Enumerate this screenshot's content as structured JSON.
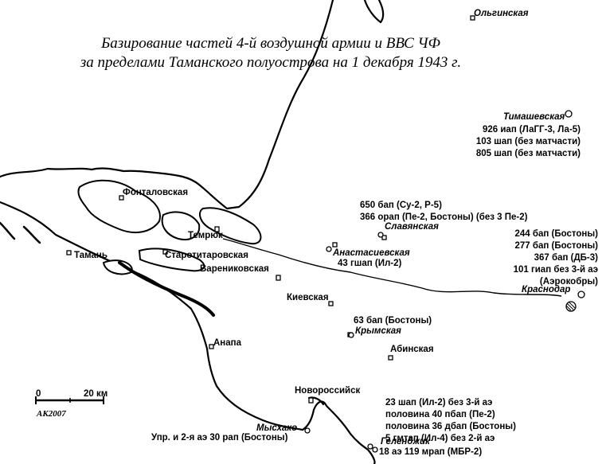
{
  "title": {
    "line1": "Базирование частей 4-й воздушной армии и ВВС ЧФ",
    "line2": "за пределами Таманского полуострова на 1 декабря 1943 г."
  },
  "places": {
    "olginskaya": "Ольгинская",
    "timashevskaya": "Тимашевская",
    "fontalovskaya": "Фонталовская",
    "temryuk": "Темрюк",
    "taman": "Тамань",
    "starotitarovskaya": "Старотитаровская",
    "varenikovskaya": "Варениковская",
    "slavyanskaya": "Славянская",
    "anastasievskaya": "Анастасиевская",
    "kievskaya": "Киевская",
    "krymskaya": "Крымская",
    "abinskaya": "Абинская",
    "anapa": "Анапа",
    "novorossiysk": "Новороссийск",
    "myskhako": "Мысхако",
    "gelendzhik": "Геленджик",
    "krasnodar": "Краснодар"
  },
  "units": {
    "timashevskaya": [
      "926 иап (ЛаГГ-3, Ла-5)",
      "103 шап (без матчасти)",
      "805 шап (без матчасти)"
    ],
    "slavyanskaya": [
      "650 бап (Су-2, Р-5)",
      "366 орап (Пе-2, Бостоны) (без 3 Пе-2)"
    ],
    "anastasievskaya": [
      "43 гшап (Ил-2)"
    ],
    "krasnodar": [
      "244 бап (Бостоны)",
      "277 бап (Бостоны)",
      "367 бап (ДБ-3)",
      "101 гиап без 3-й аэ",
      "(Аэрокобры)"
    ],
    "krymskaya": [
      "63 бап (Бостоны)"
    ],
    "novorossiysk": [
      "23 шап (Ил-2) без 3-й аэ",
      "половина 40 пбап (Пе-2)",
      "половина 36 дбап (Бостоны)",
      "5 гмтап (Ил-4) без 2-й аэ"
    ],
    "myskhako": [
      "Упр. и 2-я аэ 30 рап (Бостоны)"
    ],
    "gelendzhik": [
      "18 аэ 119 мрап (МБР-2)"
    ]
  },
  "scale": {
    "zero": "0",
    "max": "20 км"
  },
  "signature": "АК2007"
}
